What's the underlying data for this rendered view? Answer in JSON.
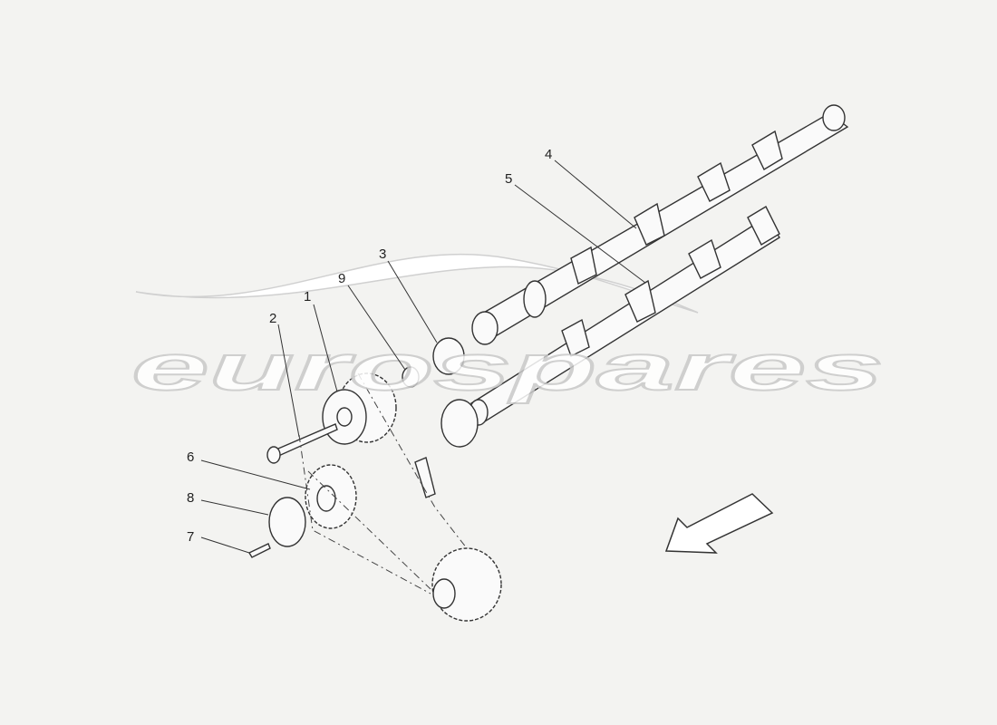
{
  "diagram": {
    "watermark": "eurospares",
    "callouts": [
      {
        "id": "1",
        "text": "1"
      },
      {
        "id": "2",
        "text": "2"
      },
      {
        "id": "3",
        "text": "3"
      },
      {
        "id": "4",
        "text": "4"
      },
      {
        "id": "5",
        "text": "5"
      },
      {
        "id": "6",
        "text": "6"
      },
      {
        "id": "7",
        "text": "7"
      },
      {
        "id": "8",
        "text": "8"
      },
      {
        "id": "9",
        "text": "9"
      }
    ],
    "direction_arrow": "arrow-down-left-icon"
  }
}
